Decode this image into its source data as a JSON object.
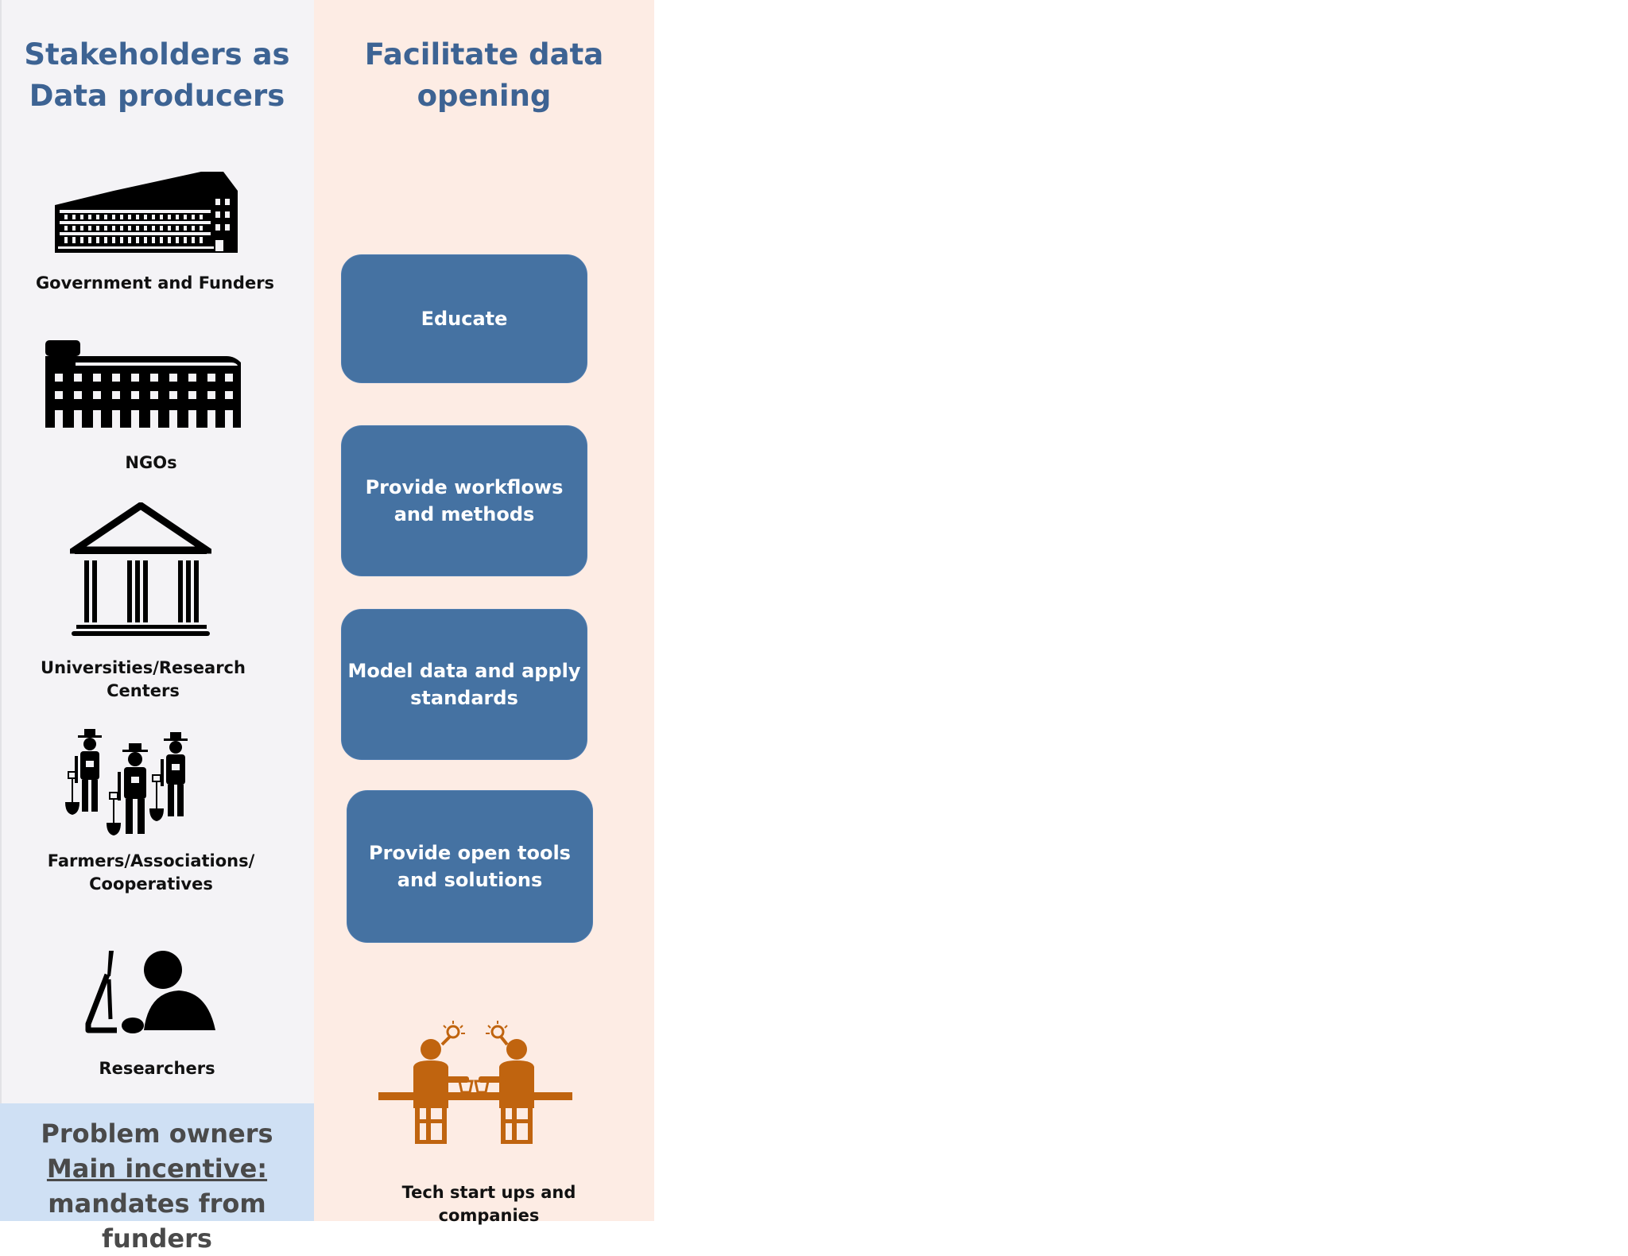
{
  "left_column": {
    "title_lines": [
      "Stakeholders as",
      "Data producers"
    ],
    "stakeholders": [
      {
        "icon": "government-building-icon",
        "label_lines": [
          "Government and Funders"
        ]
      },
      {
        "icon": "ngo-building-icon",
        "label_lines": [
          "NGOs"
        ]
      },
      {
        "icon": "university-columns-icon",
        "label_lines": [
          "Universities/Research",
          "Centers"
        ]
      },
      {
        "icon": "farmers-group-icon",
        "label_lines": [
          "Farmers/Associations/",
          "Cooperatives"
        ]
      },
      {
        "icon": "researcher-at-computer-icon",
        "label_lines": [
          "Researchers"
        ]
      }
    ],
    "footer": {
      "line1": "Problem owners",
      "line2": "Main incentive:",
      "line3": "mandates from funders"
    }
  },
  "middle_column": {
    "title_lines": [
      "Facilitate data",
      "opening"
    ],
    "steps": [
      {
        "lines": [
          "Educate"
        ]
      },
      {
        "lines": [
          "Provide workflows",
          "and methods"
        ]
      },
      {
        "lines": [
          "Model data and apply",
          "standards"
        ]
      },
      {
        "lines": [
          "Provide open tools",
          "and solutions"
        ]
      }
    ],
    "bottom": {
      "icon": "tech-startup-people-icon",
      "label_lines": [
        "Tech start ups and",
        "companies"
      ]
    }
  },
  "colors": {
    "title": "#3d6393",
    "step_fill": "#4572a2",
    "left_background": "#f4f3f6",
    "middle_background": "#fdece4",
    "footer_background": "#cfe0f4",
    "startup_icon": "#c0640f"
  }
}
